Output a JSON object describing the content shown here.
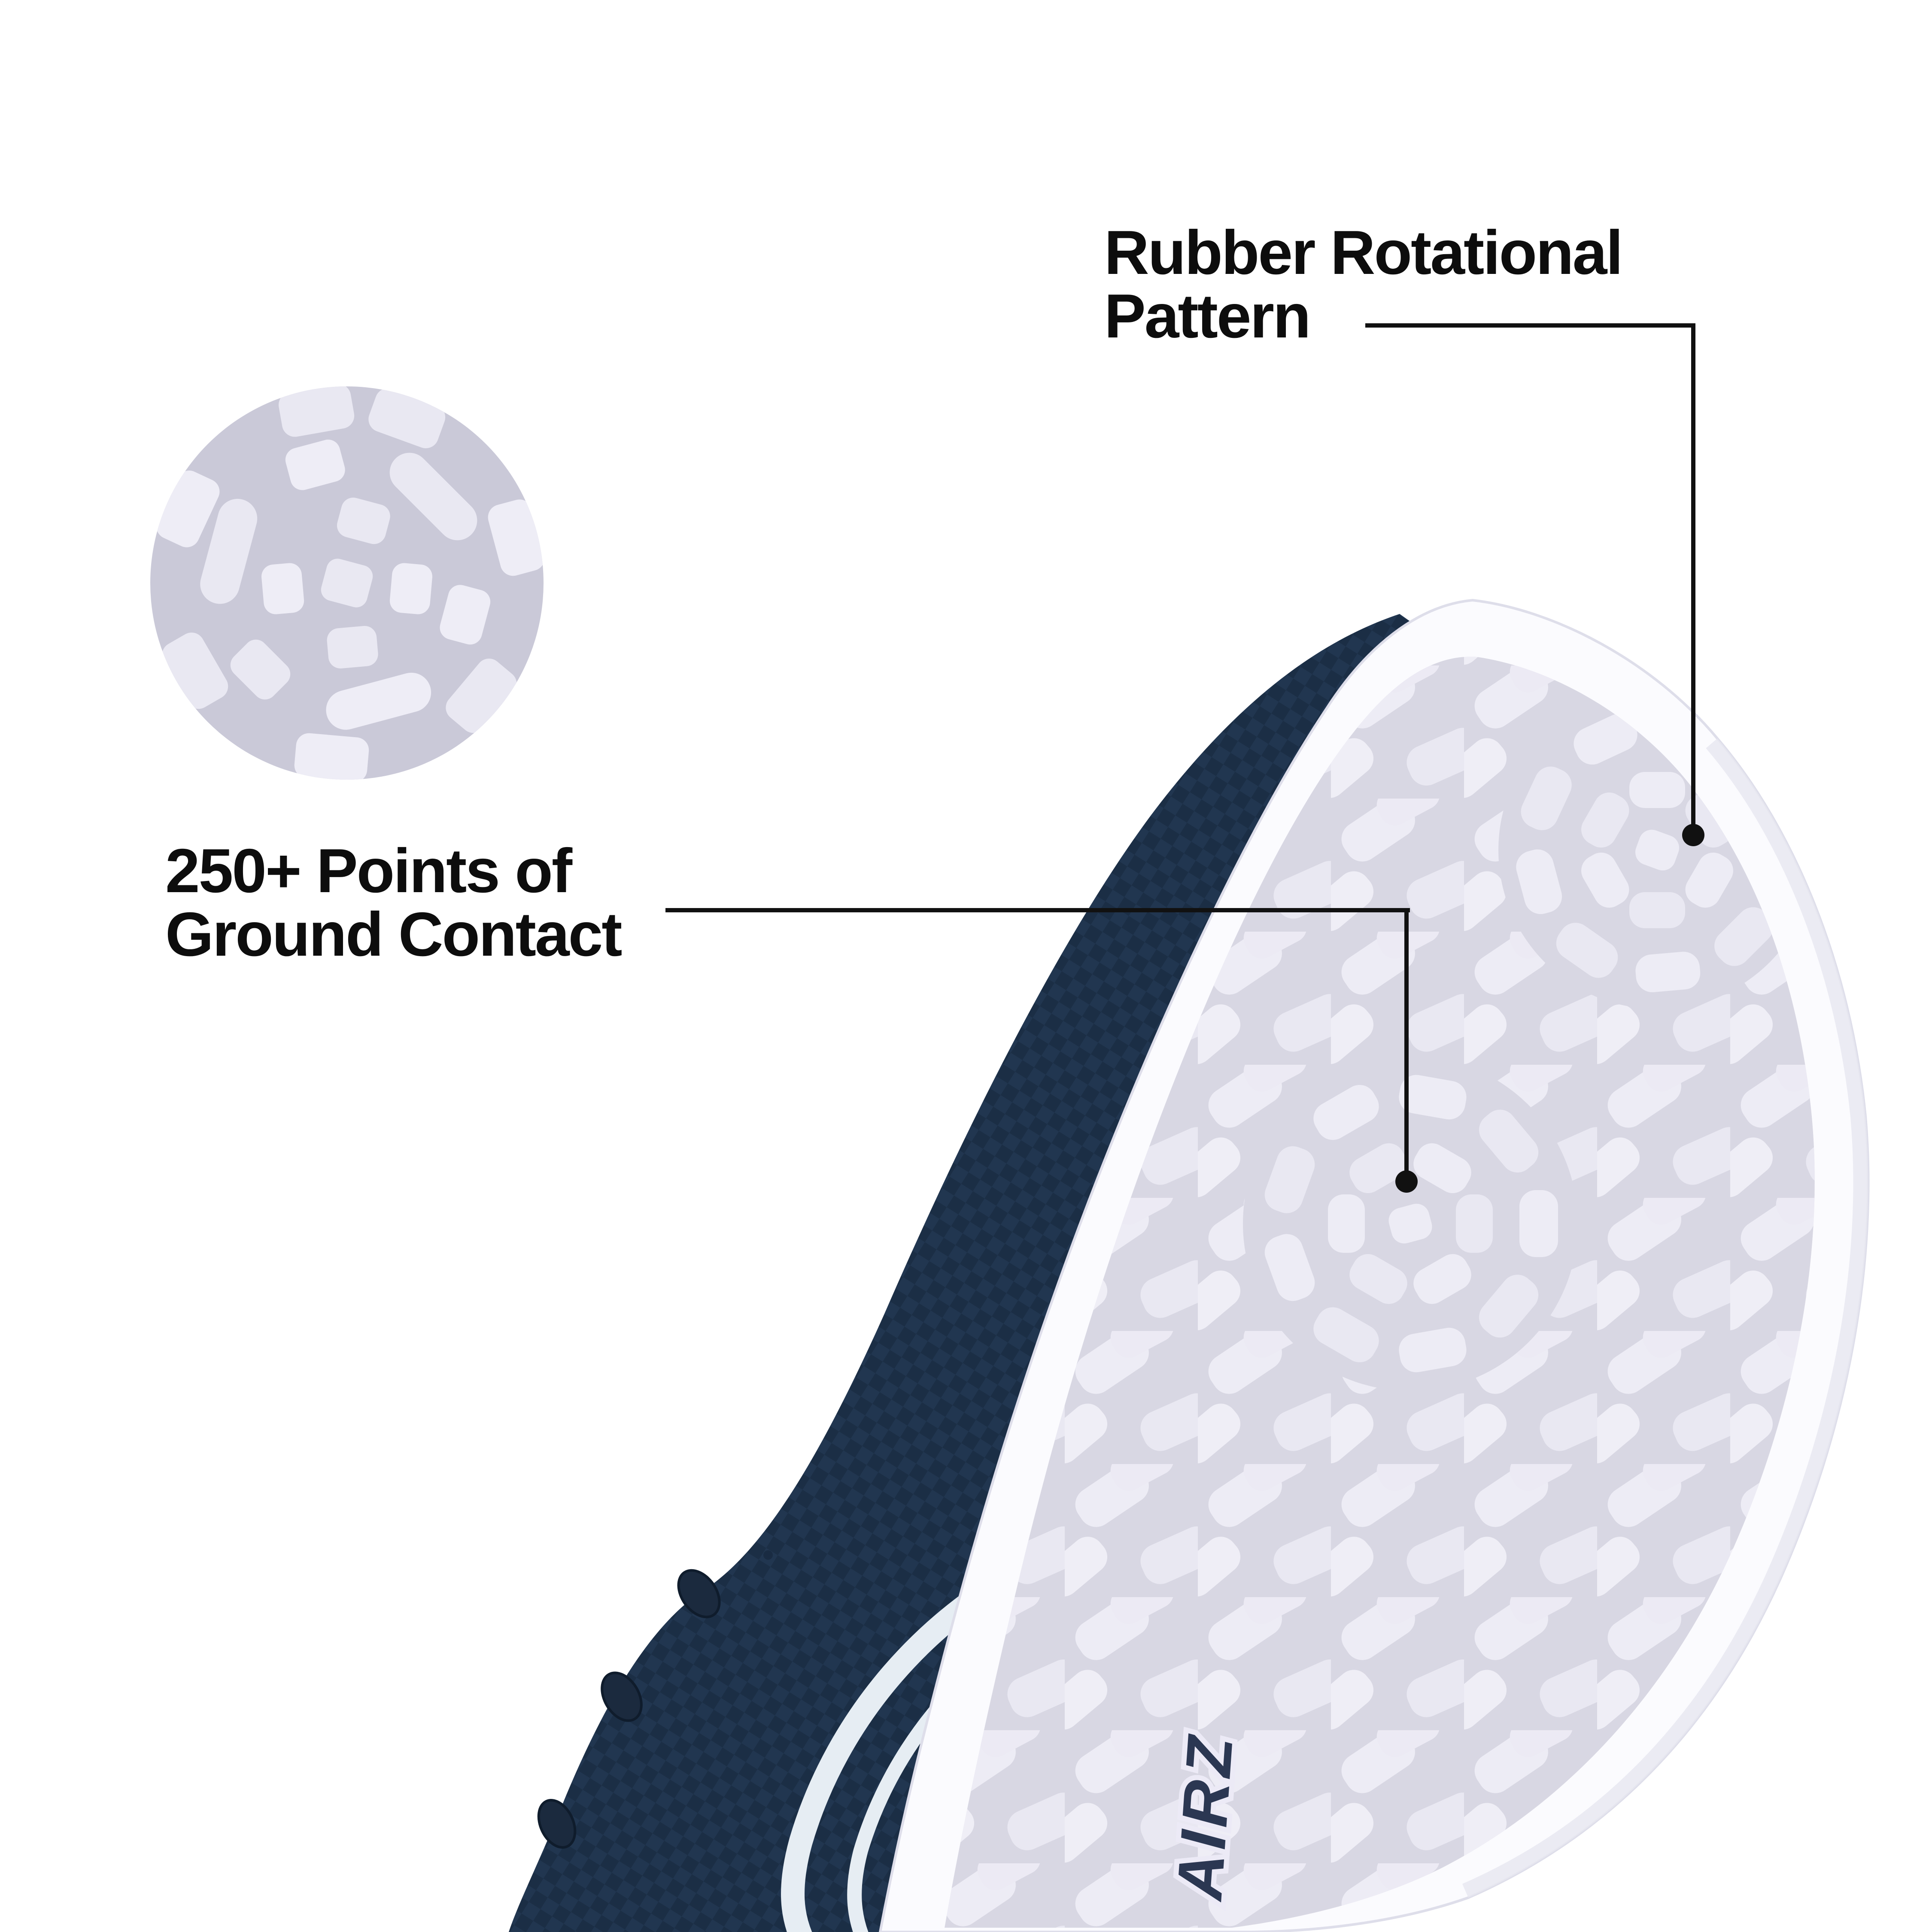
{
  "page": {
    "background": "#ffffff"
  },
  "annotations": {
    "rotational": {
      "line1": "Rubber Rotational",
      "line2": "Pattern"
    },
    "ground_contact": {
      "line1": "250+ Points of",
      "line2": "Ground Contact"
    }
  },
  "shoe": {
    "logo_text": "AIRZ"
  },
  "colors": {
    "label_text": "#0d0d0d",
    "leader_line": "#111111",
    "upper_navy": "#213650",
    "upper_navy_dark": "#16283c",
    "stripe_white": "#e6edf3",
    "sole_white": "#fbfbfe",
    "sole_edge": "#dedeea",
    "tread_background": "#d8d7e3",
    "stud": "#edecf5",
    "inset_background": "#cac9d8",
    "inset_stud": "#e9e8f2",
    "logo_navy": "#2b3752"
  }
}
